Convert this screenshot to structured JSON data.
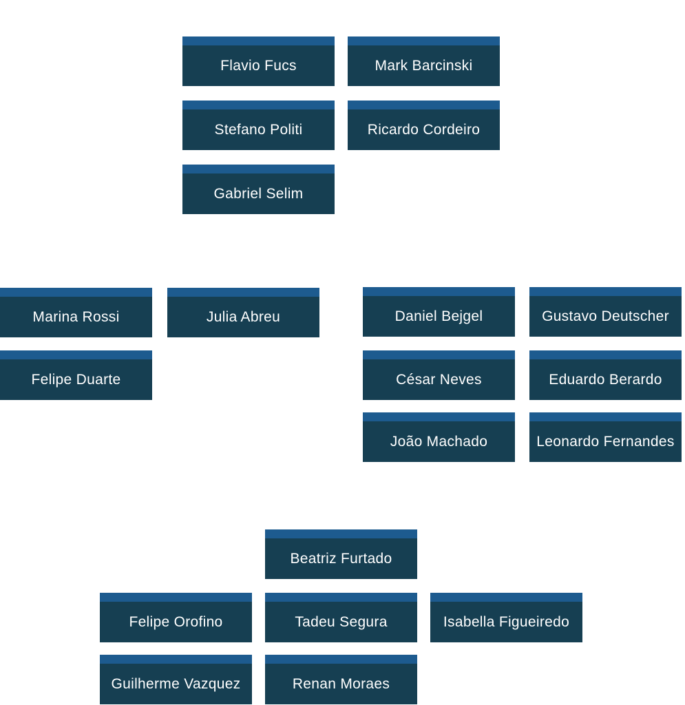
{
  "groups": [
    {
      "title": "",
      "members": [
        "Flavio Fucs",
        "Mark Barcinski",
        "Stefano Politi",
        "Ricardo Cordeiro",
        "Gabriel Selim"
      ]
    },
    {
      "title": "",
      "members": [
        "Marina Rossi",
        "Julia Abreu",
        "Felipe Duarte"
      ]
    },
    {
      "title": "",
      "members": [
        "Daniel Bejgel",
        "Gustavo Deutscher",
        "César Neves",
        "Eduardo Berardo",
        "João Machado",
        "Leonardo Fernandes"
      ]
    },
    {
      "title": "",
      "members": [
        "Beatriz Furtado",
        "Felipe Orofino",
        "Tadeu Segura",
        "Isabella Figueiredo",
        "Guilherme Vazquez",
        "Renan Moraes"
      ]
    }
  ],
  "colors": {
    "card_body": "#163f52",
    "card_top_bar": "#1d5b8f",
    "card_text": "#ffffff",
    "background": "#ffffff"
  }
}
